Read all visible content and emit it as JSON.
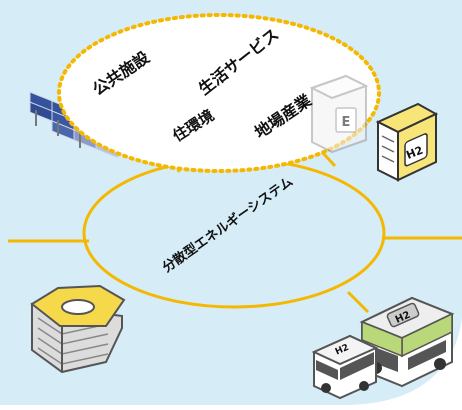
{
  "top_circle": {
    "labels": {
      "public_facilities": "公共施設",
      "life_services": "生活サービス",
      "living_environment": "住環境",
      "local_industry": "地場産業"
    }
  },
  "bottom_circle": {
    "label": "分散型エネルギーシステム"
  },
  "icons": {
    "battery_label": "E",
    "hydrogen_tank_label": "H2",
    "large_bus_label": "H2",
    "small_bus_label": "H2"
  },
  "colors": {
    "background": "#d6ecf7",
    "energy_ring": "#f5b800",
    "community_dotted_ring": "#f5b800",
    "hydrogen_tank": "#f7e57a",
    "bus_green": "#b8d879"
  }
}
